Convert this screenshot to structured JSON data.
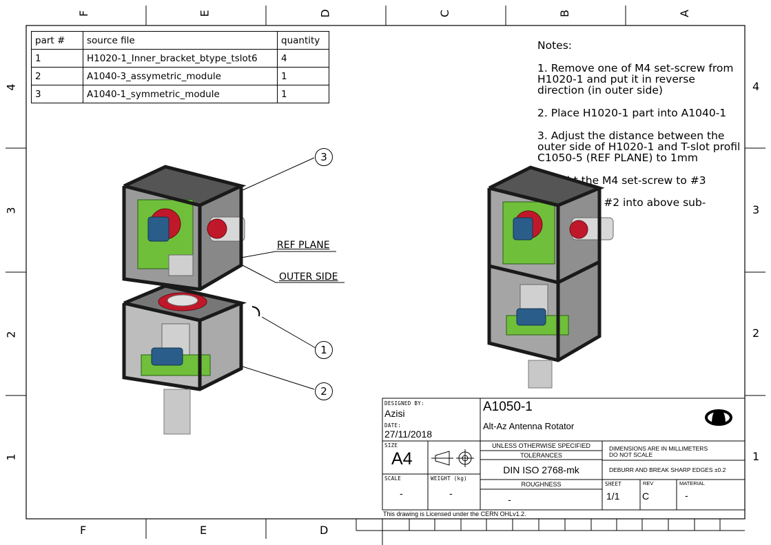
{
  "zones": {
    "top": [
      "F",
      "E",
      "D",
      "C",
      "B",
      "A"
    ],
    "bottom": [
      "F",
      "E",
      "D"
    ],
    "left": [
      "4",
      "3",
      "2",
      "1"
    ],
    "right": [
      "4",
      "3",
      "2",
      "1"
    ]
  },
  "bom": {
    "headers": [
      "part #",
      "source file",
      "quantity"
    ],
    "rows": [
      [
        "1",
        "H1020-1_Inner_bracket_btype_tslot6",
        "4"
      ],
      [
        "2",
        "A1040-3_assymetric_module",
        "1"
      ],
      [
        "3",
        "A1040-1_symmetric_module",
        "1"
      ]
    ]
  },
  "notes": {
    "title": "Notes:",
    "items": [
      "1. Remove one of M4 set-screw from H1020-1 and put it in reverse direction (in outer side)",
      "2. Place H1020-1 part into A1040-1",
      "3. Adjust the distance between the outer side of H1020-1 and T-slot profil  C1050-5 (REF PLANE) to 1mm",
      "4. Tight the M4 set-screw to #3",
      "5. Place the #2 into above sub-assembly"
    ]
  },
  "callouts": {
    "ref_plane": "REF PLANE",
    "outer_side": "OUTER SIDE",
    "balloons": [
      "3",
      "1",
      "2"
    ]
  },
  "titleblock": {
    "designed_by_label": "DESIGNED BY:",
    "designer": "Azisi",
    "date_label": "DATE:",
    "date": "27/11/2018",
    "drawing_number": "A1050-1",
    "drawing_title": "Alt-Az Antenna Rotator",
    "size_label": "SIZE",
    "size": "A4",
    "unless": "UNLESS OTHERWISE SPECIFIED",
    "tolerances": "TOLERANCES",
    "tolerance_std": "DIN ISO 2768-mk",
    "roughness": "ROUGHNESS",
    "roughness_value": "-",
    "dimensions": "DIMENSIONS ARE IN MILLIMETERS",
    "do_not_scale": "DO NOT SCALE",
    "deburr": "DEBURR AND BREAK SHARP EDGES ±0.2",
    "scale_label": "SCALE",
    "scale": "-",
    "weight_label": "WEIGHT (kg)",
    "weight": "-",
    "sheet_label": "SHEET",
    "sheet": "1/1",
    "rev_label": "REV",
    "rev": "C",
    "material_label": "MATERIAL",
    "material": "-",
    "license": "This drawing is Licensed under the CERN OHLv1.2."
  },
  "colors": {
    "frame": "#000000",
    "bracket_green": "#6fbf3a",
    "motor_red": "#c0182a",
    "part_blue": "#2a5d8a",
    "aluminium": "#c8c8c8",
    "profile_dark": "#2b2b2b"
  }
}
